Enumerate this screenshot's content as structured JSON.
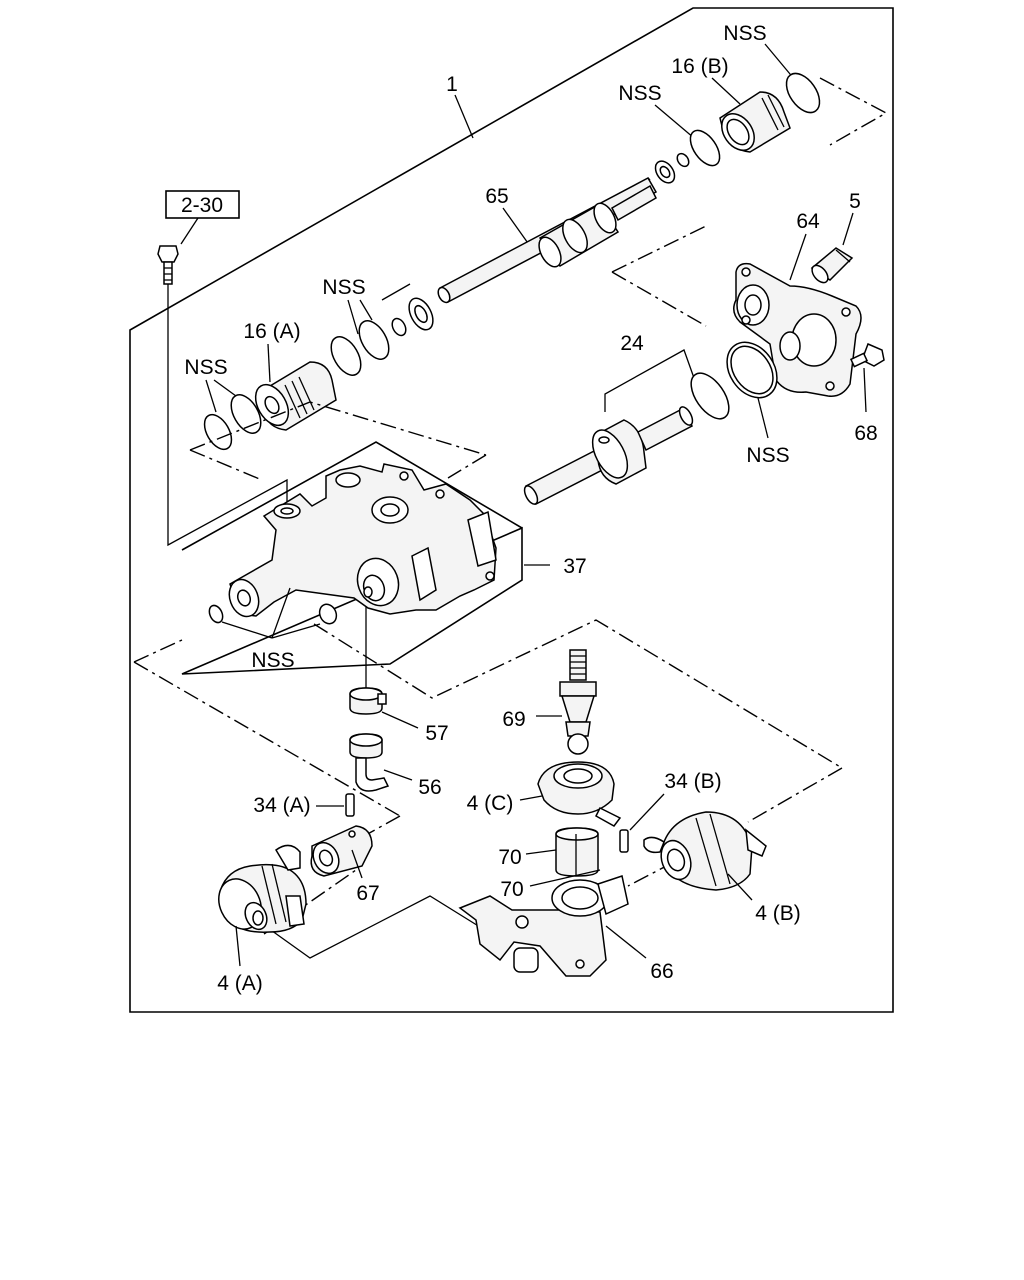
{
  "reference_box": "2-30",
  "labels": {
    "l1": "1",
    "nss_top": "NSS",
    "l16b": "16 (B)",
    "nss_16b": "NSS",
    "l65": "65",
    "l5": "5",
    "l64": "64",
    "nss_mid": "NSS",
    "l16a": "16 (A)",
    "nss_left": "NSS",
    "l24": "24",
    "l68": "68",
    "nss_right": "NSS",
    "l37": "37",
    "nss_bottom": "NSS",
    "l57": "57",
    "l69": "69",
    "l56": "56",
    "l34b": "34 (B)",
    "l34a": "34 (A)",
    "l4c": "4 (C)",
    "l70a": "70",
    "l70b": "70",
    "l67": "67",
    "l4b": "4 (B)",
    "l66": "66",
    "l4a": "4 (A)"
  }
}
